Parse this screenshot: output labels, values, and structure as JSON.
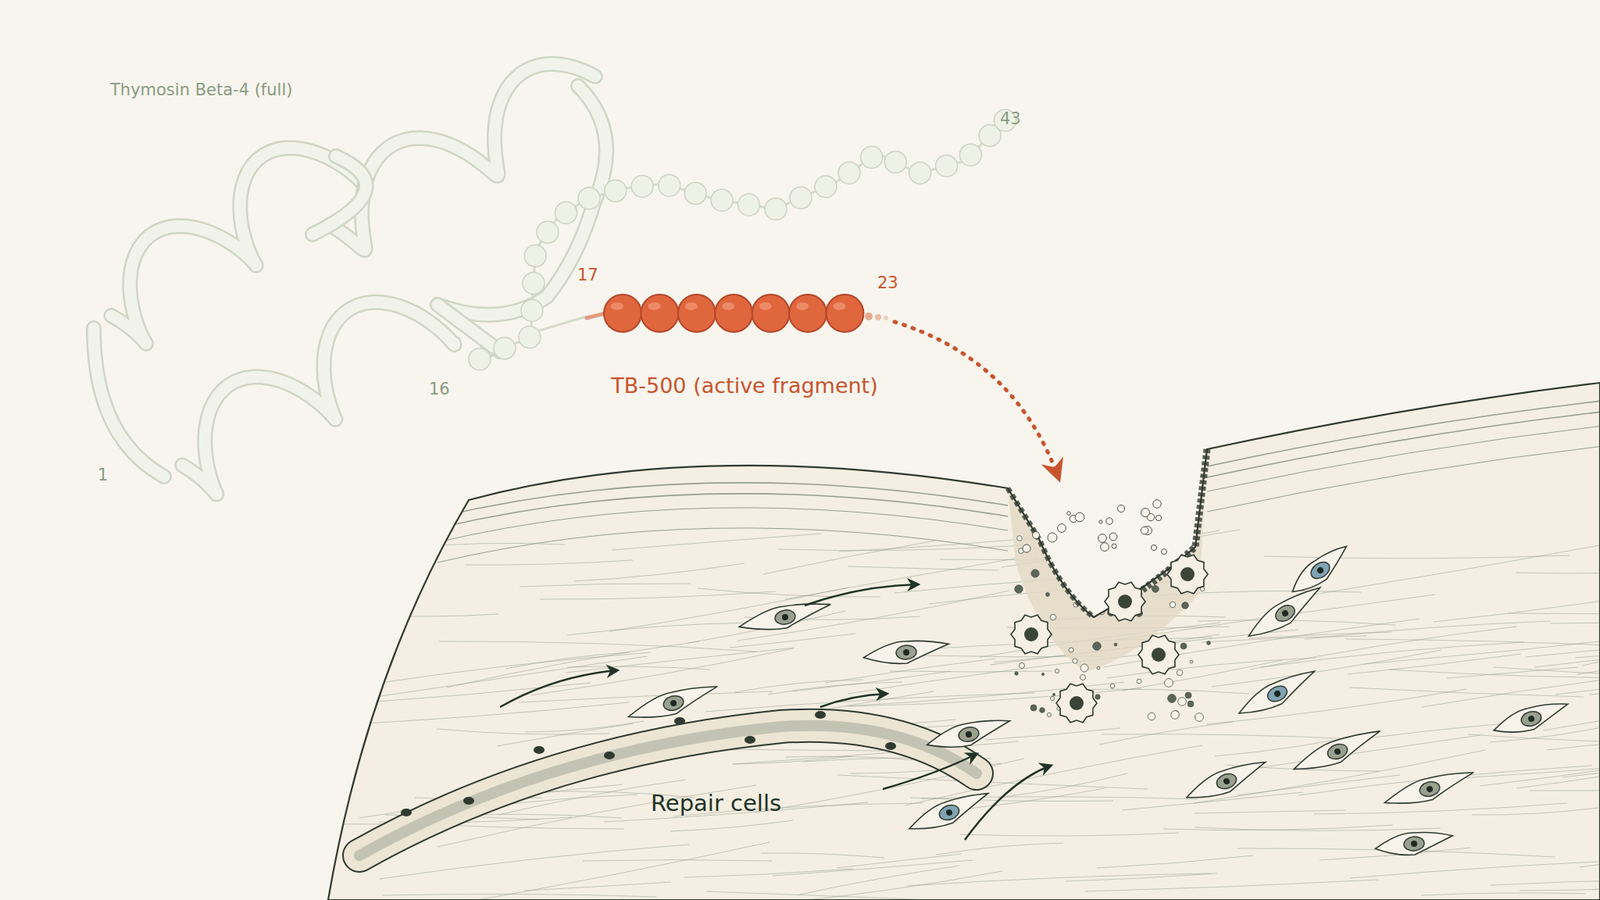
{
  "diagram": {
    "labels": [
      "Thymosin Beta-4 (full)",
      "43",
      "17",
      "23",
      "16",
      "1",
      "TB-500 (active fragment)",
      "Repair cells"
    ]
  }
}
